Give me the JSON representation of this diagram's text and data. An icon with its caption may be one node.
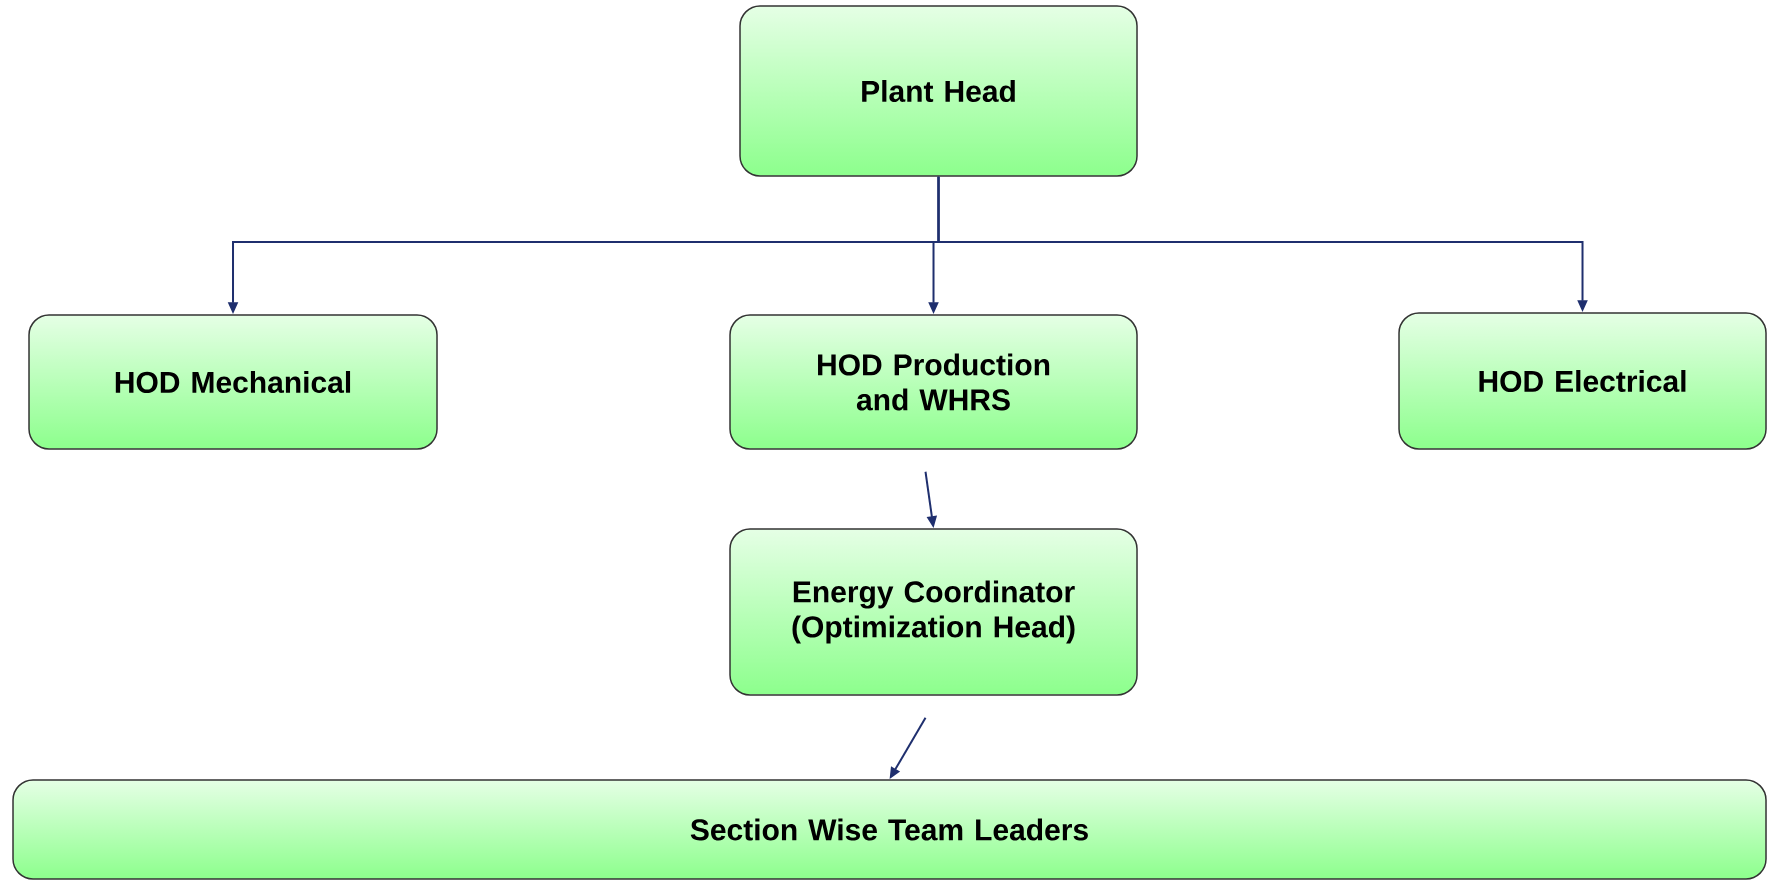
{
  "diagram": {
    "nodes": [
      {
        "text": [
          "Plant Head"
        ]
      },
      {
        "text": [
          "HOD Mechanical"
        ]
      },
      {
        "text": [
          "HOD Production and WHRS"
        ]
      },
      {
        "text": [
          "HOD Electrical"
        ]
      },
      {
        "text": [
          "Energy Coordinator (Optimization Head)"
        ]
      },
      {
        "text": [
          "Section Wise Team Leaders"
        ]
      }
    ],
    "edges": [
      {
        "from": 0,
        "to": 1,
        "arrow": "to"
      },
      {
        "from": 0,
        "to": 2,
        "arrow": "to"
      },
      {
        "from": 0,
        "to": 3,
        "arrow": "to"
      },
      {
        "from": 2,
        "to": 4,
        "arrow": "to"
      },
      {
        "from": 4,
        "to": 5,
        "arrow": "to"
      }
    ]
  }
}
